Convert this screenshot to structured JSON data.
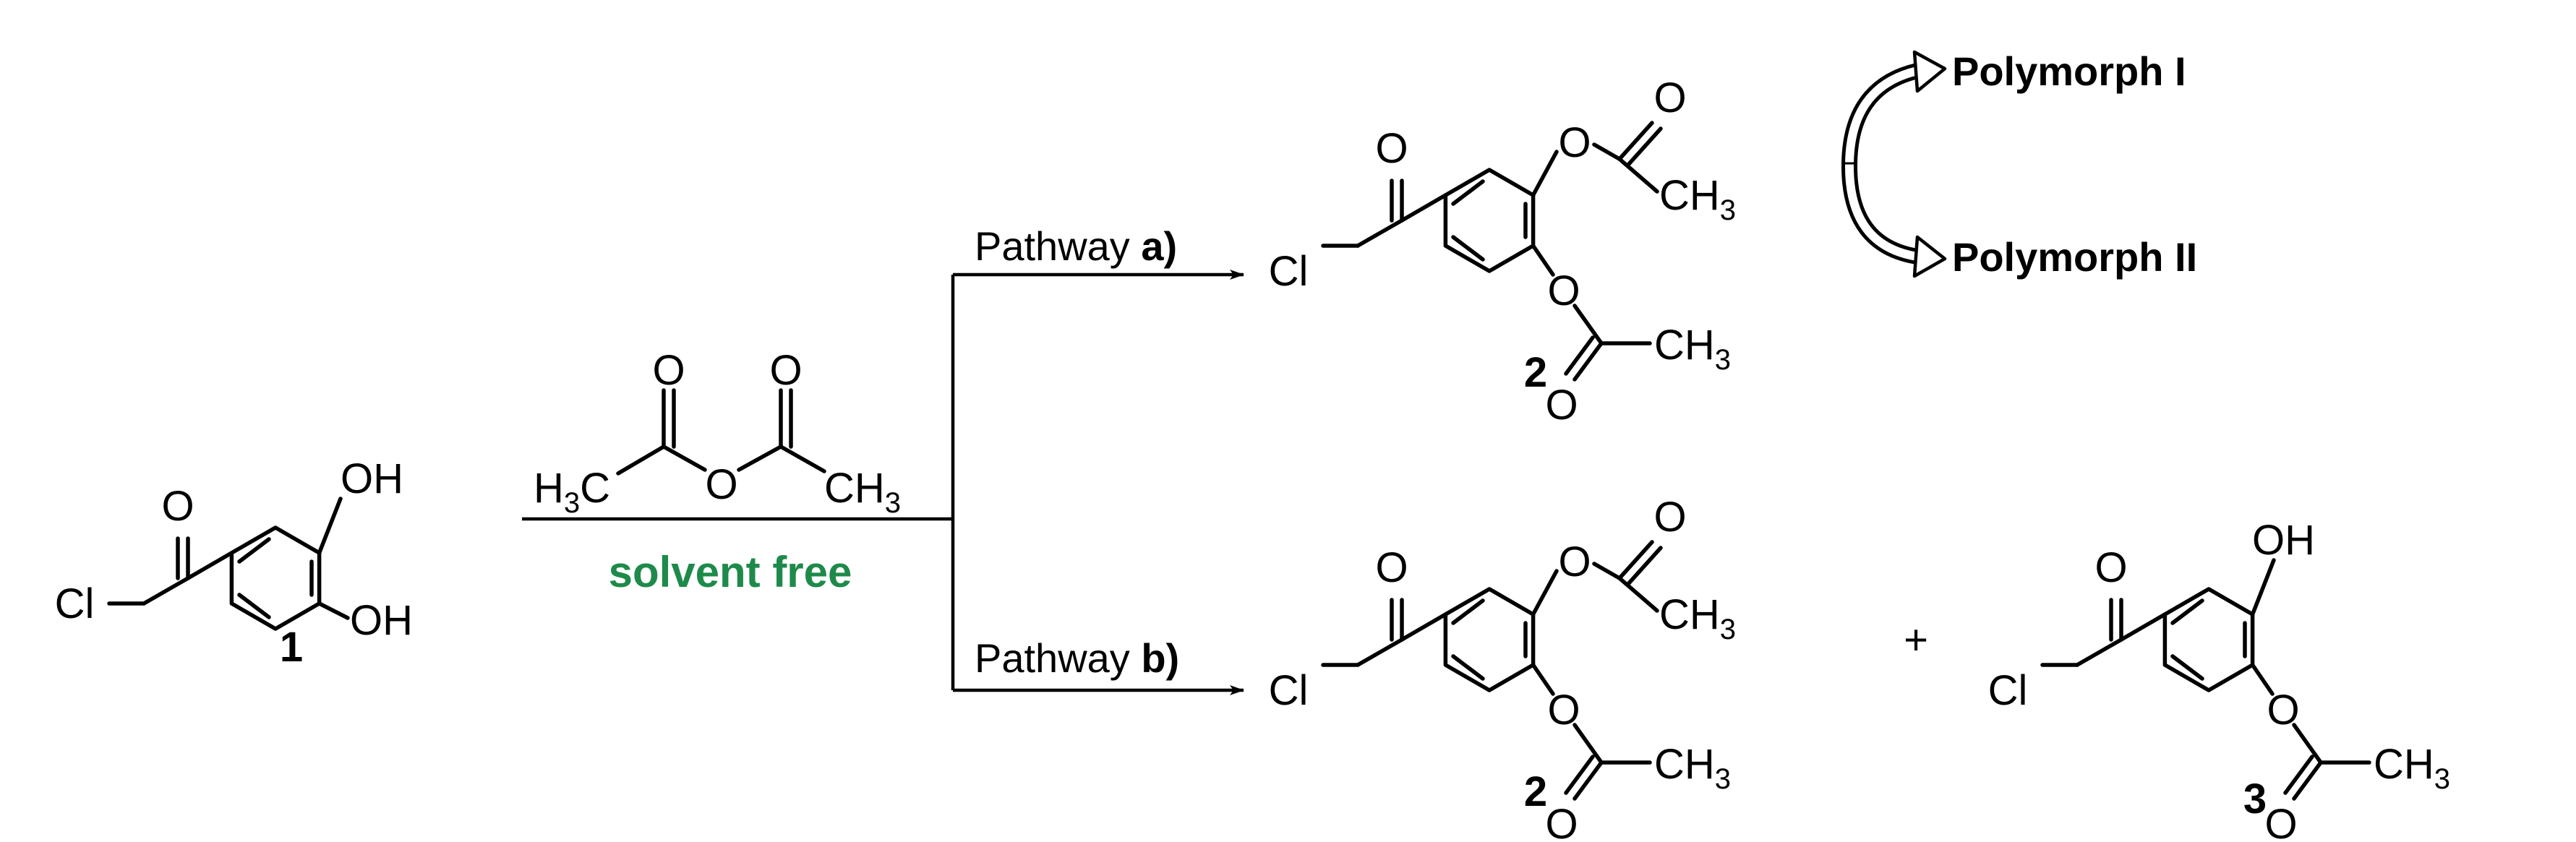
{
  "atoms": {
    "oh": "OH",
    "o": "O",
    "cl": "Cl",
    "h3c_h": "H",
    "h3c_sub": "3",
    "h3c_c": "C",
    "ch3_ch": "CH",
    "ch3_sub": "3"
  },
  "compounds": {
    "c1": "1",
    "c2": "2",
    "c3": "3"
  },
  "conditions": {
    "solvent": "solvent free"
  },
  "pathways": {
    "a_prefix": "Pathway ",
    "a_letter": "a)",
    "b_prefix": "Pathway ",
    "b_letter": "b)"
  },
  "plus": "+",
  "polymorphs": {
    "p1": "Polymorph I",
    "p2": "Polymorph II"
  },
  "colors": {
    "accent": "#1e8a4a"
  }
}
